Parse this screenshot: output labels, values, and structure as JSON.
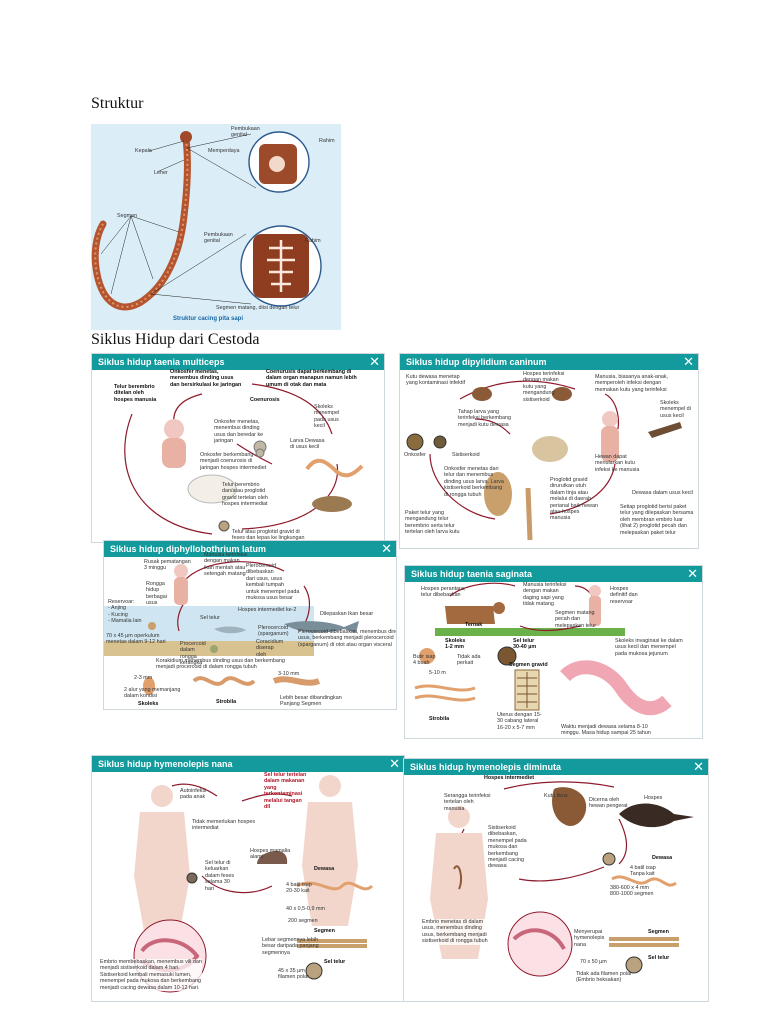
{
  "headings": {
    "struktur": "Struktur",
    "siklus": "Siklus Hidup dari Cestoda"
  },
  "struktur_fig": {
    "labels": {
      "kepala": "Kepala",
      "memperdaya": "Memperdaya",
      "leher": "Leher",
      "segmen": "Segmen",
      "pembukaan1": "Pembukaan\ngenital",
      "rahim1": "Rahim",
      "pembukaan2": "Pembukaan\ngenital",
      "rahim2": "Rahim",
      "segmen_matang": "Segmen matang, diisi dengan telur",
      "caption": "Struktur cacing pita sapi"
    }
  },
  "panels": {
    "multiceps": {
      "title": "Siklus hidup taenia multiceps",
      "labels": {
        "onkosfer1": "Onkosfer menetas,\nmenembus dinding usus\ndan bersirkulasi ke jaringan",
        "coenurus_top": "Coenurusis dapat berkembang di\ndalam organ manapun namun lebih\numum di otak dan mata",
        "telur_tertelan": "Telur berembrio\nditelan oleh\nhospes manusia",
        "coenurosis": "Coenurosis",
        "onkosfer2": "Onkosfer menetas,\nmenembus dinding\nusus dan beredar ke\njaringan",
        "skoleks": "Skoleks\nmenempel\npada usus\nkecil",
        "coenurus2": "Onkosfer berkembang\nmenjadi coenurosis di\njaringan hospes intermediet",
        "larva_dewasa": "Larva Dewasa\ndi usus kecil",
        "telur_embrio": "Telur berembrio\ndan/atau proglotid\ngravid tertelan oleh\nhospes intermediat",
        "telur_proglotid": "Telur atau proglotid gravid di\nfeses dan lepas ke lingkungan"
      }
    },
    "dipylidium": {
      "title": "Siklus hidup dipylidium caninum",
      "labels": {
        "kutu_dewasa": "Kutu dewasa menetap\nyang kontaminasi infektif",
        "hospes_terinfeksi": "Hospes terinfeksi\ndengan makan\nkutu yang\nmengandung\nsistiserkoid",
        "manusia": "Manusia, biasanya anak-anak,\nmemperoleh infeksi dengan\nmemakan kutu yang terinfeksi",
        "tahap_larva": "Tahap larva yang\nterinfeksi berkembang\nmenjadi kutu dewasa",
        "skoleks": "Skoleks\nmenempel di\nusus kecil",
        "sistiserkoid": "Sistiserkoid",
        "onkosfer": "Onkosfer",
        "hewan": "Hewan dapat\nmenularkan kutu\ninfeksi ke manusia",
        "dewasa_usus": "Dewasa dalam usus kecil",
        "onkosfer_menetas": "Onkosfer menetas dari\ntelur dan menembus\ndinding usus larva. Larva\nkistiserkoid berkembang\ndi rongga tubuh",
        "proglotid": "Proglotid gravid\ndirurutkan utuh\ndalam tinja atau\nmelalui di daerah\nperianal baik hewan\natau hospes\nmanusia",
        "paket_telur": "Paket telur yang\nmengandung telur\nberembrio serta telur\ntertelan oleh larva kutu",
        "setiap": "Setiap proglotid berisi paket\ntelur yang dilepaskan bersama\noleh membran embrio luar\n(lihat 2) proglotid pecah dan\nmelepaskan paket telur"
      }
    },
    "diphyllobothrium": {
      "title": "Siklus hidup diphyllobothrium latum",
      "labels": {
        "manusia": "Manusia terinfeksi\ndengan makan\nikan mentah atau\nsetengah matang",
        "rusak": "Rusak pematangan\n3 minggu",
        "rongga": "Rongga\nhidup\nberbagai\nusus",
        "reservoar": "Reservoar:\n- Anjing\n- Kucing\n- Mamalia lain",
        "plerocercoid": "Plerocercoid\ndibebaskan\ndari usus, usus\nkembali tumpah\nuntuk menempel pada\nmukosa usus besar",
        "hospes_2": "Hospes intermediet ke-2",
        "sel_telur": "Sel telur",
        "plerocercoid2": "Plerocercoid\n(sparganum)",
        "ikan": "Ikan besar",
        "bebas": "Dilepaskan",
        "telur_feses": "70 x 45 µm operkulum\nmenetas dalam 9-12 hari",
        "procercoid": "Procercoid\ndalam\nrongga\nkerangka",
        "coracidium": "Coracidium\ndiserap\noleh",
        "plero_big": "Plerocercoid dibebaskan, menembus dinding\nusus, berkembang menjadi plerocercoid\n(sparganum) di otot atau organ visceral",
        "korakidium": "Korakidium menembus dinding usus dan berkembang\nmenjadi procercoid di dalam rongga tubuh",
        "skoleks": "Skoleks",
        "strobila": "Strobila",
        "segmen": "Lebih besar dibandingkan\nPanjang Segmen",
        "ukuran1": "2-3 mm",
        "ukuran2": "3-10 mm",
        "lekuk": "2 alur yang memanjang\ndalam kondisi"
      }
    },
    "saginata": {
      "title": "Siklus hidup taenia saginata",
      "labels": {
        "hospes_perantara": "Hospes perantara,\ntelur dibebaskan",
        "manusia_terinfeksi": "Manusia terinfeksi\ndengan makan\ndaging sapi yang\ntidak matang",
        "hospes_definitif": "Hospes\ndefinitif dan\nreservoar",
        "ternak": "Ternak",
        "segmen_matang": "Segmen matang\npecah dan\nmelepaskan telur",
        "skoleks_usus": "Skoleks invaginasi ke dalam\nusus kecil dan menempel\npada mukosa jejunum",
        "skoleks": "Skoleks\n1-2 mm",
        "sel_telur": "Sel telur\n30-40 µm",
        "butir": "Butir isap\n4 buah",
        "tidak_ada": "Tidak ada\nperkait",
        "segmen_gravid": "Segmen gravid",
        "ukuran": "5-10 m",
        "strobila": "Strobila",
        "uterus": "Uterus dengan 15-\n30 cabang lateral\n16-20 x 5-7 mm",
        "waktu": "Waktu menjadi dewasa selama 8-10\nminggu. Masa hidup sampai 25 tahun"
      }
    },
    "nana": {
      "title": "Siklus hidup hymenolepis nana",
      "labels": {
        "sel_telur_tertelan": "Sel telur tertelan\ndalam makanan\nyang\nterkontaminasi\nmelalui tangan\ndll",
        "autoinfeksi": "Autoinfeksi\npada anak",
        "tidak_memerlukan": "Tidak memerlukan hospes\nintermediat",
        "hospes_mamalia": "Hospes mamalia\nalami",
        "sel_telur_keluar": "Sel telur di\nkeluarkan\ndalam feses\nselama 30\nhari",
        "dewasa": "Dewasa",
        "batil": "4 batil isap\n20-30 kait",
        "ukuran": "40 x 0,5-0,9 mm",
        "segmen_jml": "200 segmen",
        "segmen": "Segmen",
        "lebar": "Lebar segmennya lebih\nbesar daripada panjang\nsegmennya",
        "sel_telur": "Sel telur",
        "ukuran_telur": "45 x 35 µm\nfilamen polar",
        "embrio": "Embrio membebaskan, menembus vili dan\nmenjadi sistiserkoid dalam 4 hari.\nSistiserkoid kembali memasuki lumen,\nmenempel pada mukosa dan berkembang\nmenjadi cacing dewasa dalam 10-12 hari."
      }
    },
    "diminuta": {
      "title": "Siklus hidup hymenolepis diminuta",
      "labels": {
        "hospes_intermediet": "Hospes intermediet",
        "serangga": "Serangga terinfeksi\ntertelan oleh\nmanusia",
        "kutu_tikus": "Kutu tikus",
        "dicerna": "Dicerna oleh\nhewan pengerat",
        "hospes": "Hospes",
        "sistiserkoid": "Sistiserkoid\ndibebaskan,\nmenempel pada\nmukosa dan\nberkembang\nmenjadi cacing\ndewasa",
        "dewasa": "Dewasa",
        "batil": "4 batil isap\nTanpa kait",
        "ukuran": "380-600 x 4 mm\n800-1000 segmen",
        "embrio": "Embrio menetas di dalam\nusus, menembus dinding\nusus, berkembang menjadi\nsistiserkoid di rongga tubuh",
        "menyerupai": "Menyerupai\nhymenolepis\nnana",
        "segmen": "Segmen",
        "ukuran_telur": "70 x 50 µm",
        "sel_telur": "Sel telur",
        "filamen": "Tidak ada filamen polar\n(Embrio heksakan)"
      }
    }
  },
  "close_glyph": "✕",
  "colors": {
    "teal_header": "#139a9c",
    "arrow_red": "#8e1b2c",
    "worm_brown": "#b5552f",
    "bg_blue": "#d7ecf7"
  }
}
